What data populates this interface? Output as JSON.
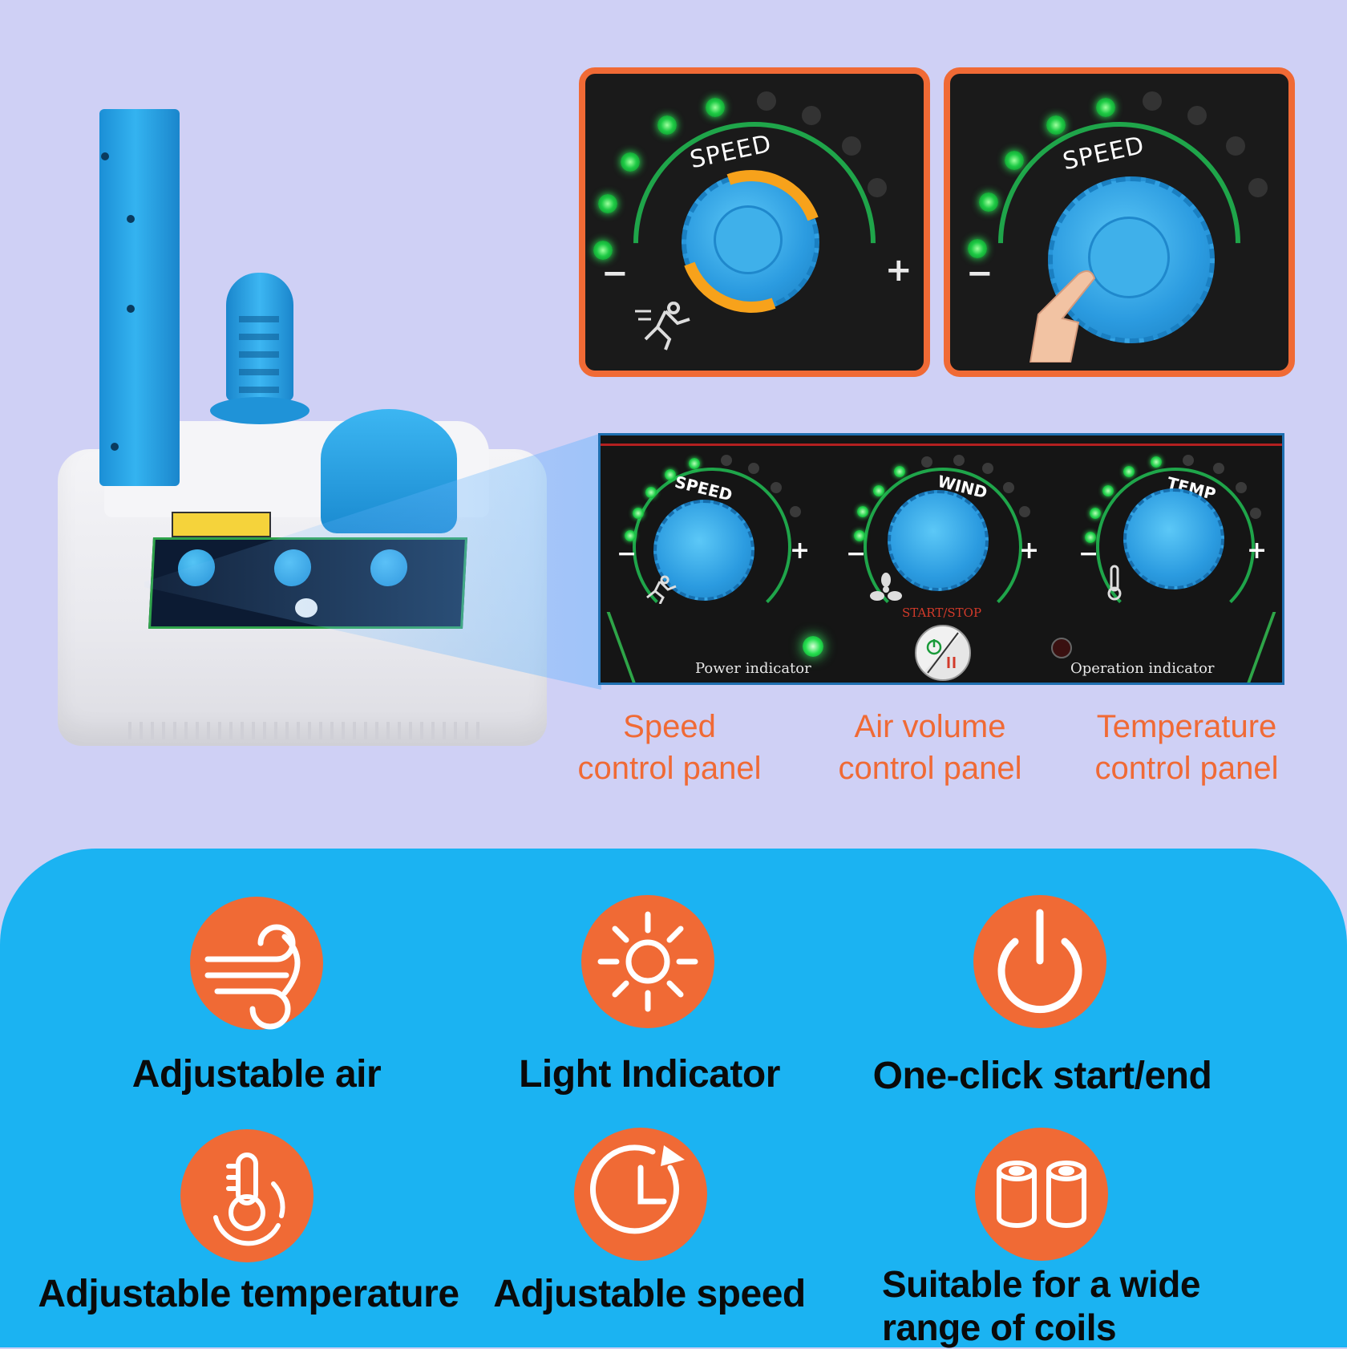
{
  "top_panels": {
    "left_label": "SPEED",
    "right_label": "SPEED",
    "minus": "−",
    "plus": "+"
  },
  "control_panel": {
    "knobs": [
      {
        "label": "SPEED",
        "icon": "runner-icon"
      },
      {
        "label": "WIND",
        "icon": "fan-icon"
      },
      {
        "label": "TEMP",
        "icon": "thermometer-icon"
      }
    ],
    "minus": "−",
    "plus": "+",
    "start_stop": "START/STOP",
    "power_indicator": "Power indicator",
    "operation_indicator": "Operation indicator"
  },
  "captions": {
    "speed": [
      "Speed",
      "control panel"
    ],
    "air": [
      "Air volume",
      "control panel"
    ],
    "temp": [
      "Temperature",
      "control panel"
    ]
  },
  "features": [
    {
      "label": "Adjustable air",
      "icon": "wind-icon"
    },
    {
      "label": "Light Indicator",
      "icon": "sun-icon"
    },
    {
      "label": "One-click start/end",
      "icon": "power-icon"
    },
    {
      "label": "Adjustable temperature",
      "icon": "thermometer-cycle-icon"
    },
    {
      "label": "Adjustable speed",
      "icon": "clock-icon"
    },
    {
      "label": "Suitable for a wide range of coils",
      "label_lines": [
        "Suitable for a wide",
        "range of coils"
      ],
      "icon": "coils-icon"
    }
  ],
  "colors": {
    "background": "#cfd0f5",
    "accent_orange": "#f06a35",
    "accent_blue": "#1bb3f2",
    "led_green": "#25e04f"
  }
}
